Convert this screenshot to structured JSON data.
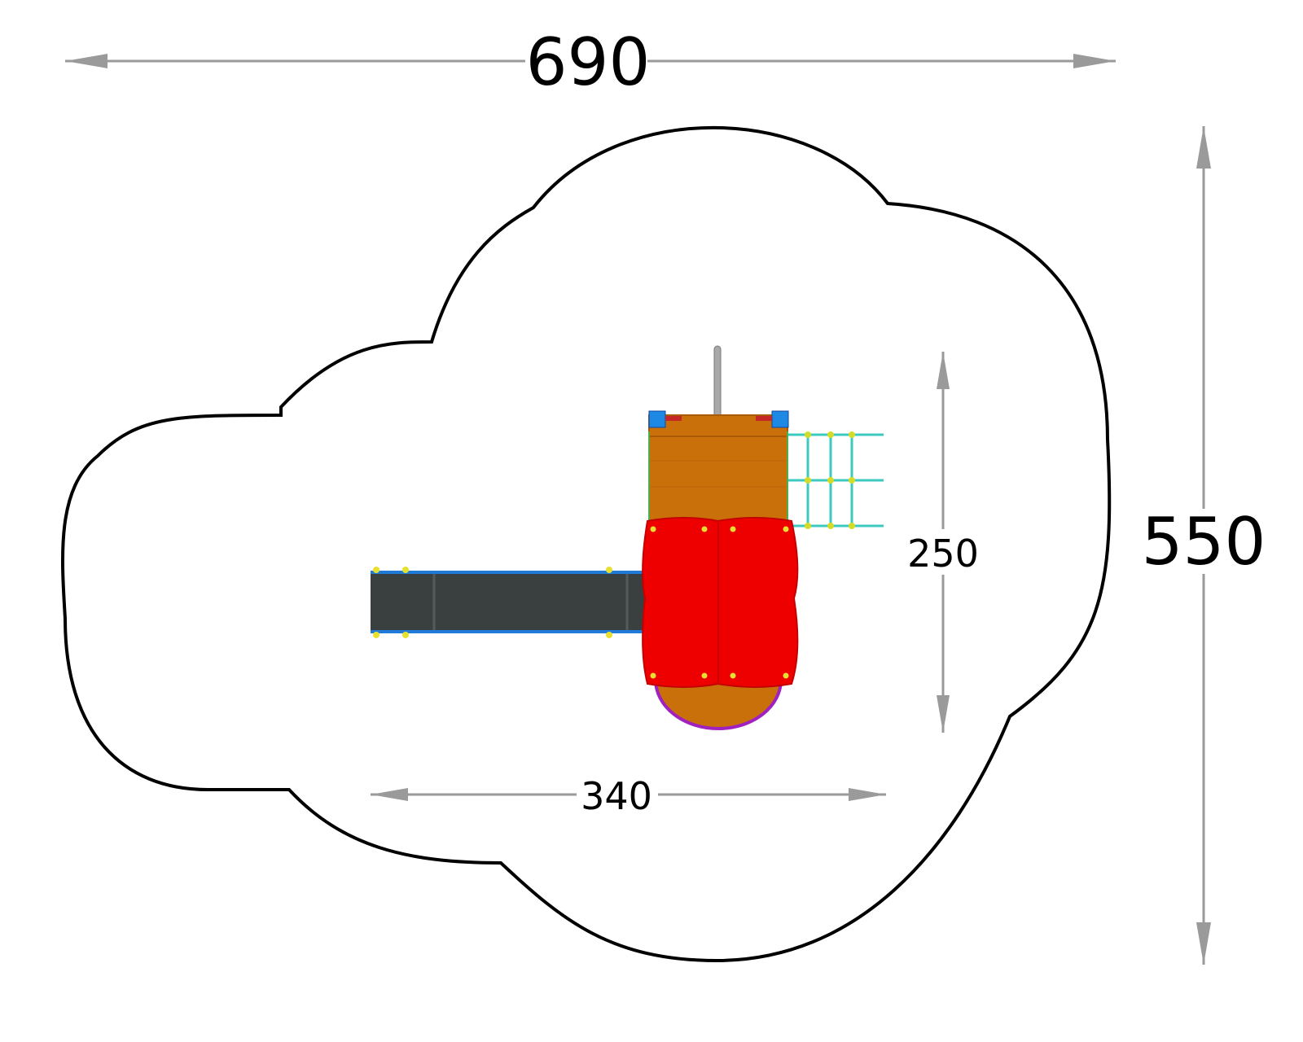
{
  "dimensions": {
    "overall_width": "690",
    "overall_depth": "550",
    "equipment_width": "340",
    "equipment_depth": "250"
  },
  "colors": {
    "outline": "#000000",
    "dimension_line": "#9a9a9a",
    "deck_wood": "#c9700a",
    "deck_wood_dark": "#a85a05",
    "panel_red": "#ee0000",
    "slide_dark": "#3a3f3f",
    "slide_rail": "#1f7ad8",
    "net_rope": "#3cc9c0",
    "net_knot": "#d4dc2a",
    "clamp_blue": "#1e88e5",
    "arc_purple": "#a020c0",
    "post_grey": "#a8a8a8",
    "bolt_yellow": "#e8e030"
  },
  "icons": {
    "safety_area": "cloud-outline-icon",
    "arrow": "arrowhead-icon"
  }
}
